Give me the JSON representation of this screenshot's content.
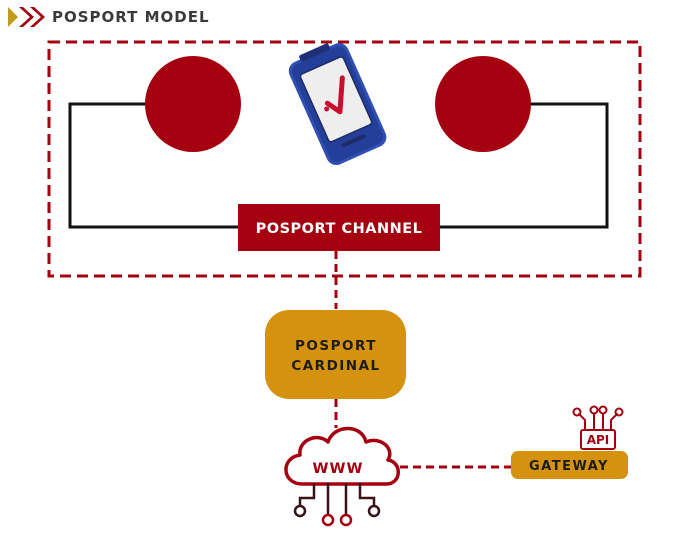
{
  "header": {
    "title": "POSPORT MODEL"
  },
  "nodes": {
    "channel": "POSPORT CHANNEL",
    "cardinal_line1": "POSPORT",
    "cardinal_line2": "CARDINAL",
    "www": "WWW",
    "api": "API",
    "gateway": "GATEWAY"
  },
  "colors": {
    "dark_red": "#a4000f",
    "gold": "#d4920e",
    "black": "#111111",
    "pos_blue": "#2f4fb3"
  },
  "icons": {
    "header": "double-chevron-icon",
    "terminal": "pos-terminal-icon",
    "checkmark": "checkmark-icon",
    "cloud": "cloud-network-icon",
    "api": "api-circuit-icon"
  }
}
